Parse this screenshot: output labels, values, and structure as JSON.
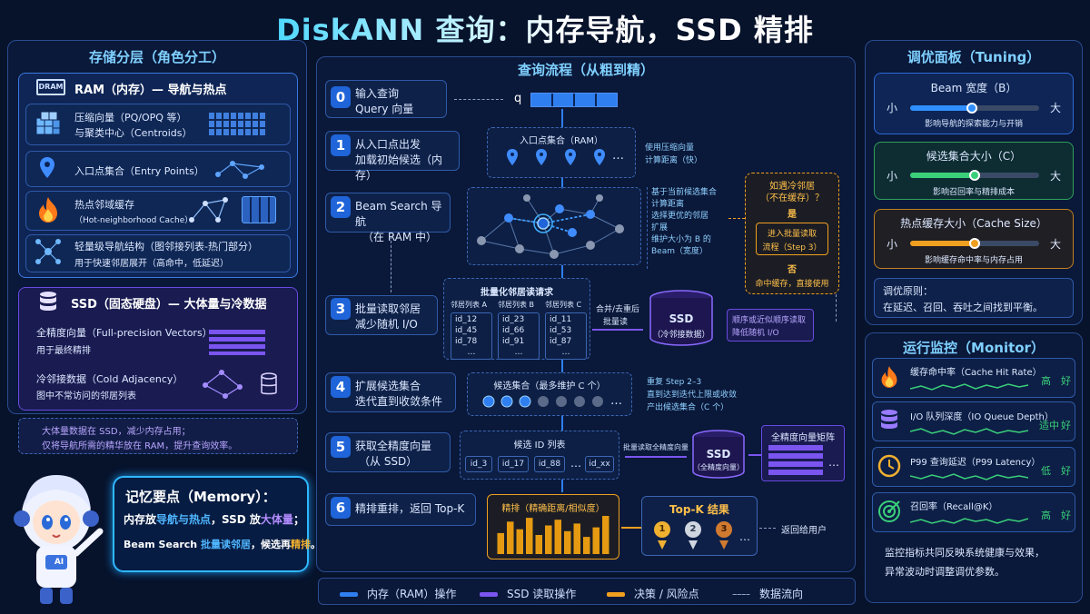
{
  "title": "DiskANN 查询：内存导航，SSD 精排",
  "left": {
    "title": "存储分层（角色分工）",
    "ram": {
      "header": "RAM（内存）— 导航与热点",
      "chip": "DRAM",
      "items": [
        {
          "label": "压缩向量（PQ/OPQ 等）",
          "sub": "与聚类中心（Centroids）"
        },
        {
          "label": "入口点集合（Entry Points）",
          "sub": ""
        },
        {
          "label": "热点邻域缓存",
          "sub": "（Hot-neighborhood Cache）"
        },
        {
          "label": "轻量级导航结构（图邻接列表-热门部分）",
          "sub": "用于快速邻居展开（高命中，低延迟）"
        }
      ]
    },
    "ssd": {
      "header": "SSD（固态硬盘）— 大体量与冷数据",
      "items": [
        {
          "label": "全精度向量（Full-precision Vectors）",
          "sub": "用于最终精排"
        },
        {
          "label": "冷邻接数据（Cold Adjacency）",
          "sub": "图中不常访问的邻居列表"
        }
      ]
    },
    "note_line1": "大体量数据在 SSD，减少内存占用；",
    "note_line2": "仅将导航所需的精华放在 RAM，提升查询效率。",
    "memory": {
      "title": "记忆要点（Memory）：",
      "line1_a": "内存放",
      "line1_b": "导航与热点",
      "line1_c": "，SSD 放",
      "line1_d": "大体量",
      "line1_e": "；",
      "line2_a": "Beam Search ",
      "line2_b": "批量读邻居",
      "line2_c": "，候选再",
      "line2_d": "精排",
      "line2_e": "。"
    },
    "mascot_badge": "AI"
  },
  "center": {
    "title": "查询流程（从粗到精）",
    "steps": [
      {
        "num": "0",
        "line1": "输入查询",
        "line2": "Query 向量"
      },
      {
        "num": "1",
        "line1": "从入口点出发",
        "line2": "加载初始候选（内存）"
      },
      {
        "num": "2",
        "line1": "Beam Search 导航",
        "line2": "（在 RAM 中）"
      },
      {
        "num": "3",
        "line1": "批量读取邻居",
        "line2": "减少随机 I/O"
      },
      {
        "num": "4",
        "line1": "扩展候选集合",
        "line2": "迭代直到收敛条件"
      },
      {
        "num": "5",
        "line1": "获取全精度向量",
        "line2": "（从 SSD）"
      },
      {
        "num": "6",
        "line1": "精排重排，返回 Top-K",
        "line2": ""
      }
    ],
    "query_symbol": "q",
    "entry_title": "入口点集合（RAM）",
    "entry_note_1": "使用压缩向量",
    "entry_note_2": "计算距离（快）",
    "ellipsis": "…",
    "beam_notes": [
      "基于当前候选集合",
      "计算距离",
      "选择更优的邻居",
      "扩展",
      "维护大小为 B 的",
      "Beam（宽度）"
    ],
    "decision": {
      "q1": "如遇冷邻居",
      "q2": "（不在缓存）？",
      "yes": "是",
      "box1": "进入批量读取",
      "box2": "流程（Step 3）",
      "no": "否",
      "hit": "命中缓存，直接使用"
    },
    "batch": {
      "title": "批量化邻居读请求",
      "lists": [
        {
          "name": "邻居列表 A",
          "ids": [
            "id_12",
            "id_45",
            "id_78"
          ]
        },
        {
          "name": "邻居列表 B",
          "ids": [
            "id_23",
            "id_66",
            "id_91"
          ]
        },
        {
          "name": "邻居列表 C",
          "ids": [
            "id_11",
            "id_53",
            "id_87"
          ]
        }
      ],
      "merge1": "合并/去重后",
      "merge2": "批量读"
    },
    "ssd_cold_1": "SSD",
    "ssd_cold_2": "（冷邻接数据）",
    "seq_1": "顺序或近似顺序读取",
    "seq_2": "降低随机 I/O",
    "candset_title": "候选集合（最多维护 C 个）",
    "cand_notes": [
      "重复 Step 2–3",
      "直到达到迭代上限或收敛",
      "产出候选集合（C 个）"
    ],
    "idlist_title": "候选 ID 列表",
    "ids": [
      "id_3",
      "id_17",
      "id_88",
      "…",
      "id_xx"
    ],
    "batch_full": "批量读取全精度向量",
    "ssd_full_1": "SSD",
    "ssd_full_2": "（全精度向量）",
    "matrix_title": "全精度向量矩阵",
    "rerank_title": "精排（精确距离/相似度）",
    "rerank_bars": [
      0.55,
      0.85,
      0.65,
      0.95,
      0.5,
      0.75,
      0.9,
      0.6,
      0.8,
      0.45,
      0.7,
      1.0
    ],
    "topk_title": "Top-K 结果",
    "medals": [
      "1",
      "2",
      "3"
    ],
    "return": "返回给用户",
    "legend": [
      {
        "label": "内存（RAM）操作",
        "color": "#2f7ff0"
      },
      {
        "label": "SSD 读取操作",
        "color": "#7b55f0"
      },
      {
        "label": "决策 / 风险点",
        "color": "#f0a020"
      },
      {
        "label": "数据流向",
        "color": "#8aa0c8"
      }
    ]
  },
  "right": {
    "tuning_title": "调优面板（Tuning）",
    "sliders": [
      {
        "title": "Beam 宽度（B）",
        "min": "小",
        "max": "大",
        "desc": "影响导航的探索能力与开销",
        "level": 0.48,
        "color": "#2f8fff"
      },
      {
        "title": "候选集合大小（C）",
        "min": "小",
        "max": "大",
        "desc": "影响召回率与精排成本",
        "level": 0.5,
        "color": "#3ad07a"
      },
      {
        "title": "热点缓存大小（Cache Size）",
        "min": "小",
        "max": "大",
        "desc": "影响缓存命中率与内存占用",
        "level": 0.5,
        "color": "#f0a020"
      }
    ],
    "principle_title": "调优原则：",
    "principle": "在延迟、召回、吞吐之间找到平衡。",
    "monitor_title": "运行监控（Monitor）",
    "monitors": [
      {
        "label": "缓存命中率（Cache Hit Rate）",
        "v1": "高",
        "v2": "好",
        "color": "#3ad07a"
      },
      {
        "label": "I/O 队列深度（IO Queue Depth）",
        "v1": "适中",
        "v2": "好",
        "color": "#3ad07a"
      },
      {
        "label": "P99 查询延迟（P99 Latency）",
        "v1": "低",
        "v2": "好",
        "color": "#3ad07a"
      },
      {
        "label": "召回率（Recall@K）",
        "v1": "高",
        "v2": "好",
        "color": "#3ad07a"
      }
    ],
    "monitor_note_1": "监控指标共同反映系统健康与效果，",
    "monitor_note_2": "异常波动时调整调优参数。"
  }
}
